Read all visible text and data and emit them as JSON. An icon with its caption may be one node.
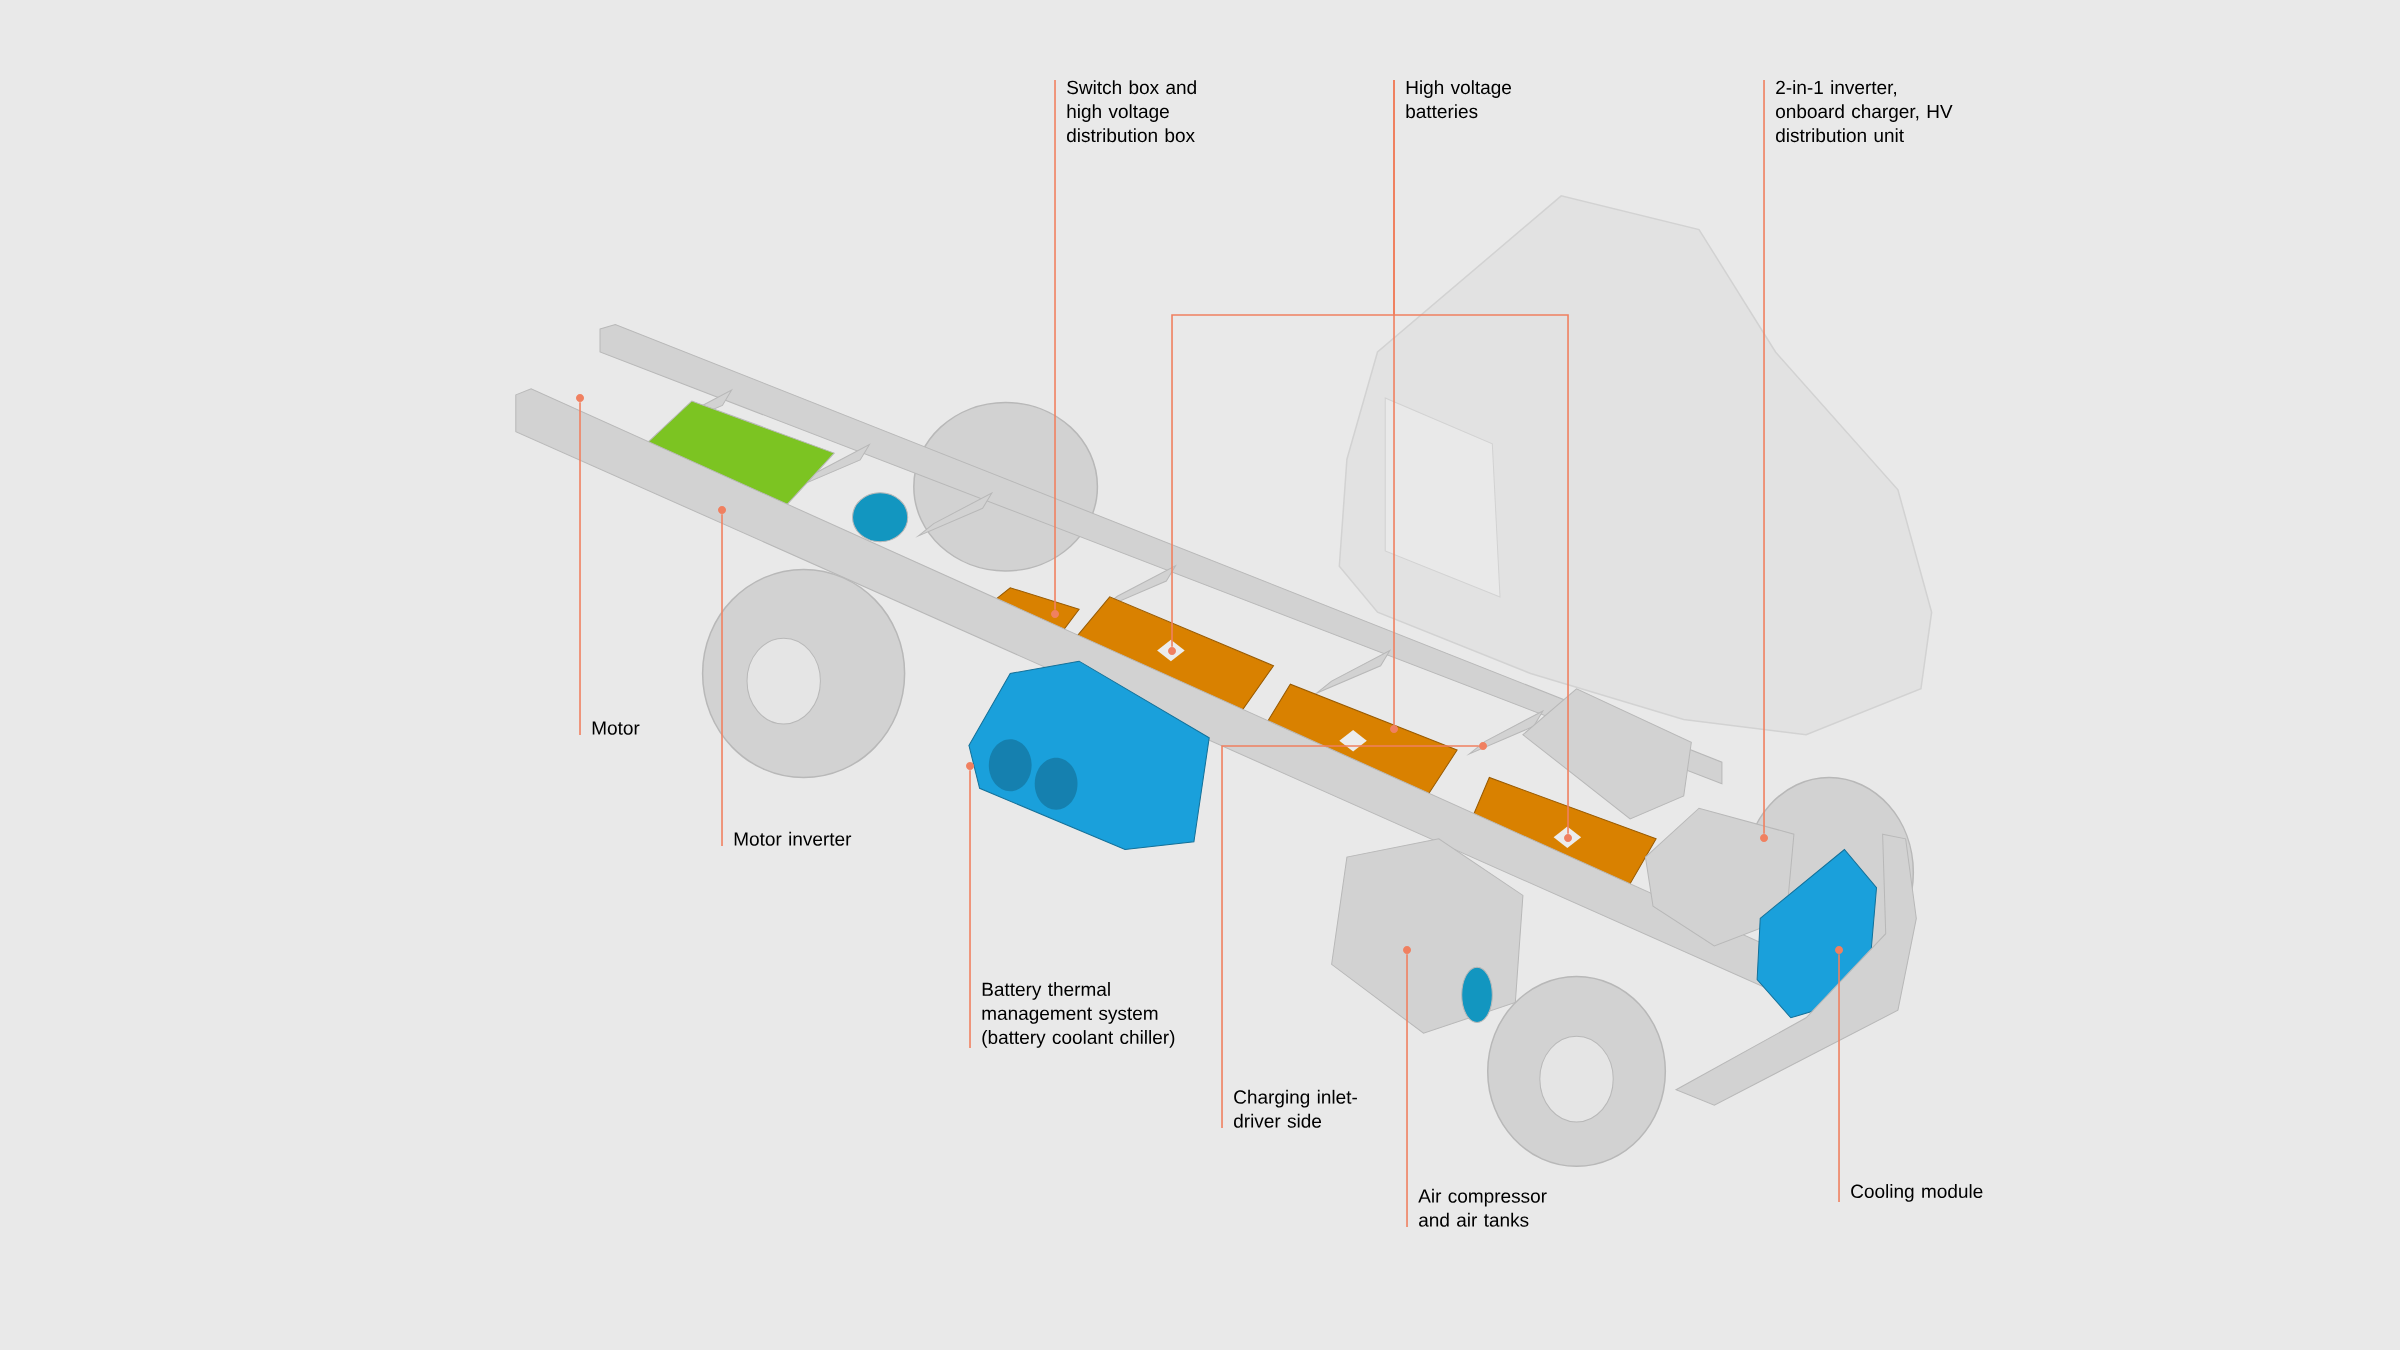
{
  "diagram": {
    "nodes": [
      {
        "text": [
          "Switch box and high voltage distribution box"
        ]
      },
      {
        "text": [
          "High voltage batteries"
        ]
      },
      {
        "text": [
          "2-in-1 inverter, onboard charger, HV distribution unit"
        ]
      },
      {
        "text": [
          "Motor"
        ]
      },
      {
        "text": [
          "Motor inverter"
        ]
      },
      {
        "text": [
          "Battery thermal management system (battery coolant chiller)"
        ]
      },
      {
        "text": [
          "Charging inlet-driver side"
        ]
      },
      {
        "text": [
          "Air compressor and air tanks"
        ]
      },
      {
        "text": [
          "Cooling module"
        ]
      },
      {
        "text": [],
        "shape": "circle"
      },
      {
        "text": [],
        "shape": "circle"
      },
      {
        "text": [],
        "shape": "circle"
      },
      {
        "text": [],
        "shape": "circle"
      },
      {
        "text": [],
        "shape": "circle"
      },
      {
        "text": [],
        "shape": "circle"
      },
      {
        "text": [],
        "shape": "circle"
      },
      {
        "text": [],
        "shape": "circle"
      },
      {
        "text": [],
        "shape": "circle"
      },
      {
        "text": [],
        "shape": "circle"
      },
      {
        "text": [],
        "shape": "circle"
      }
    ],
    "edges": [
      {
        "from": 0,
        "to": 9,
        "arrow": "none"
      },
      {
        "from": 1,
        "to": 10,
        "arrow": "none"
      },
      {
        "from": 1,
        "to": 11,
        "arrow": "none"
      },
      {
        "from": 1,
        "to": 12,
        "arrow": "none"
      },
      {
        "from": 2,
        "to": 13,
        "arrow": "none"
      },
      {
        "from": 3,
        "to": 14,
        "arrow": "none"
      },
      {
        "from": 4,
        "to": 15,
        "arrow": "none"
      },
      {
        "from": 5,
        "to": 16,
        "arrow": "none"
      },
      {
        "from": 6,
        "to": 17,
        "arrow": "none"
      },
      {
        "from": 7,
        "to": 18,
        "arrow": "none"
      },
      {
        "from": 8,
        "to": 19,
        "arrow": "none"
      }
    ]
  }
}
